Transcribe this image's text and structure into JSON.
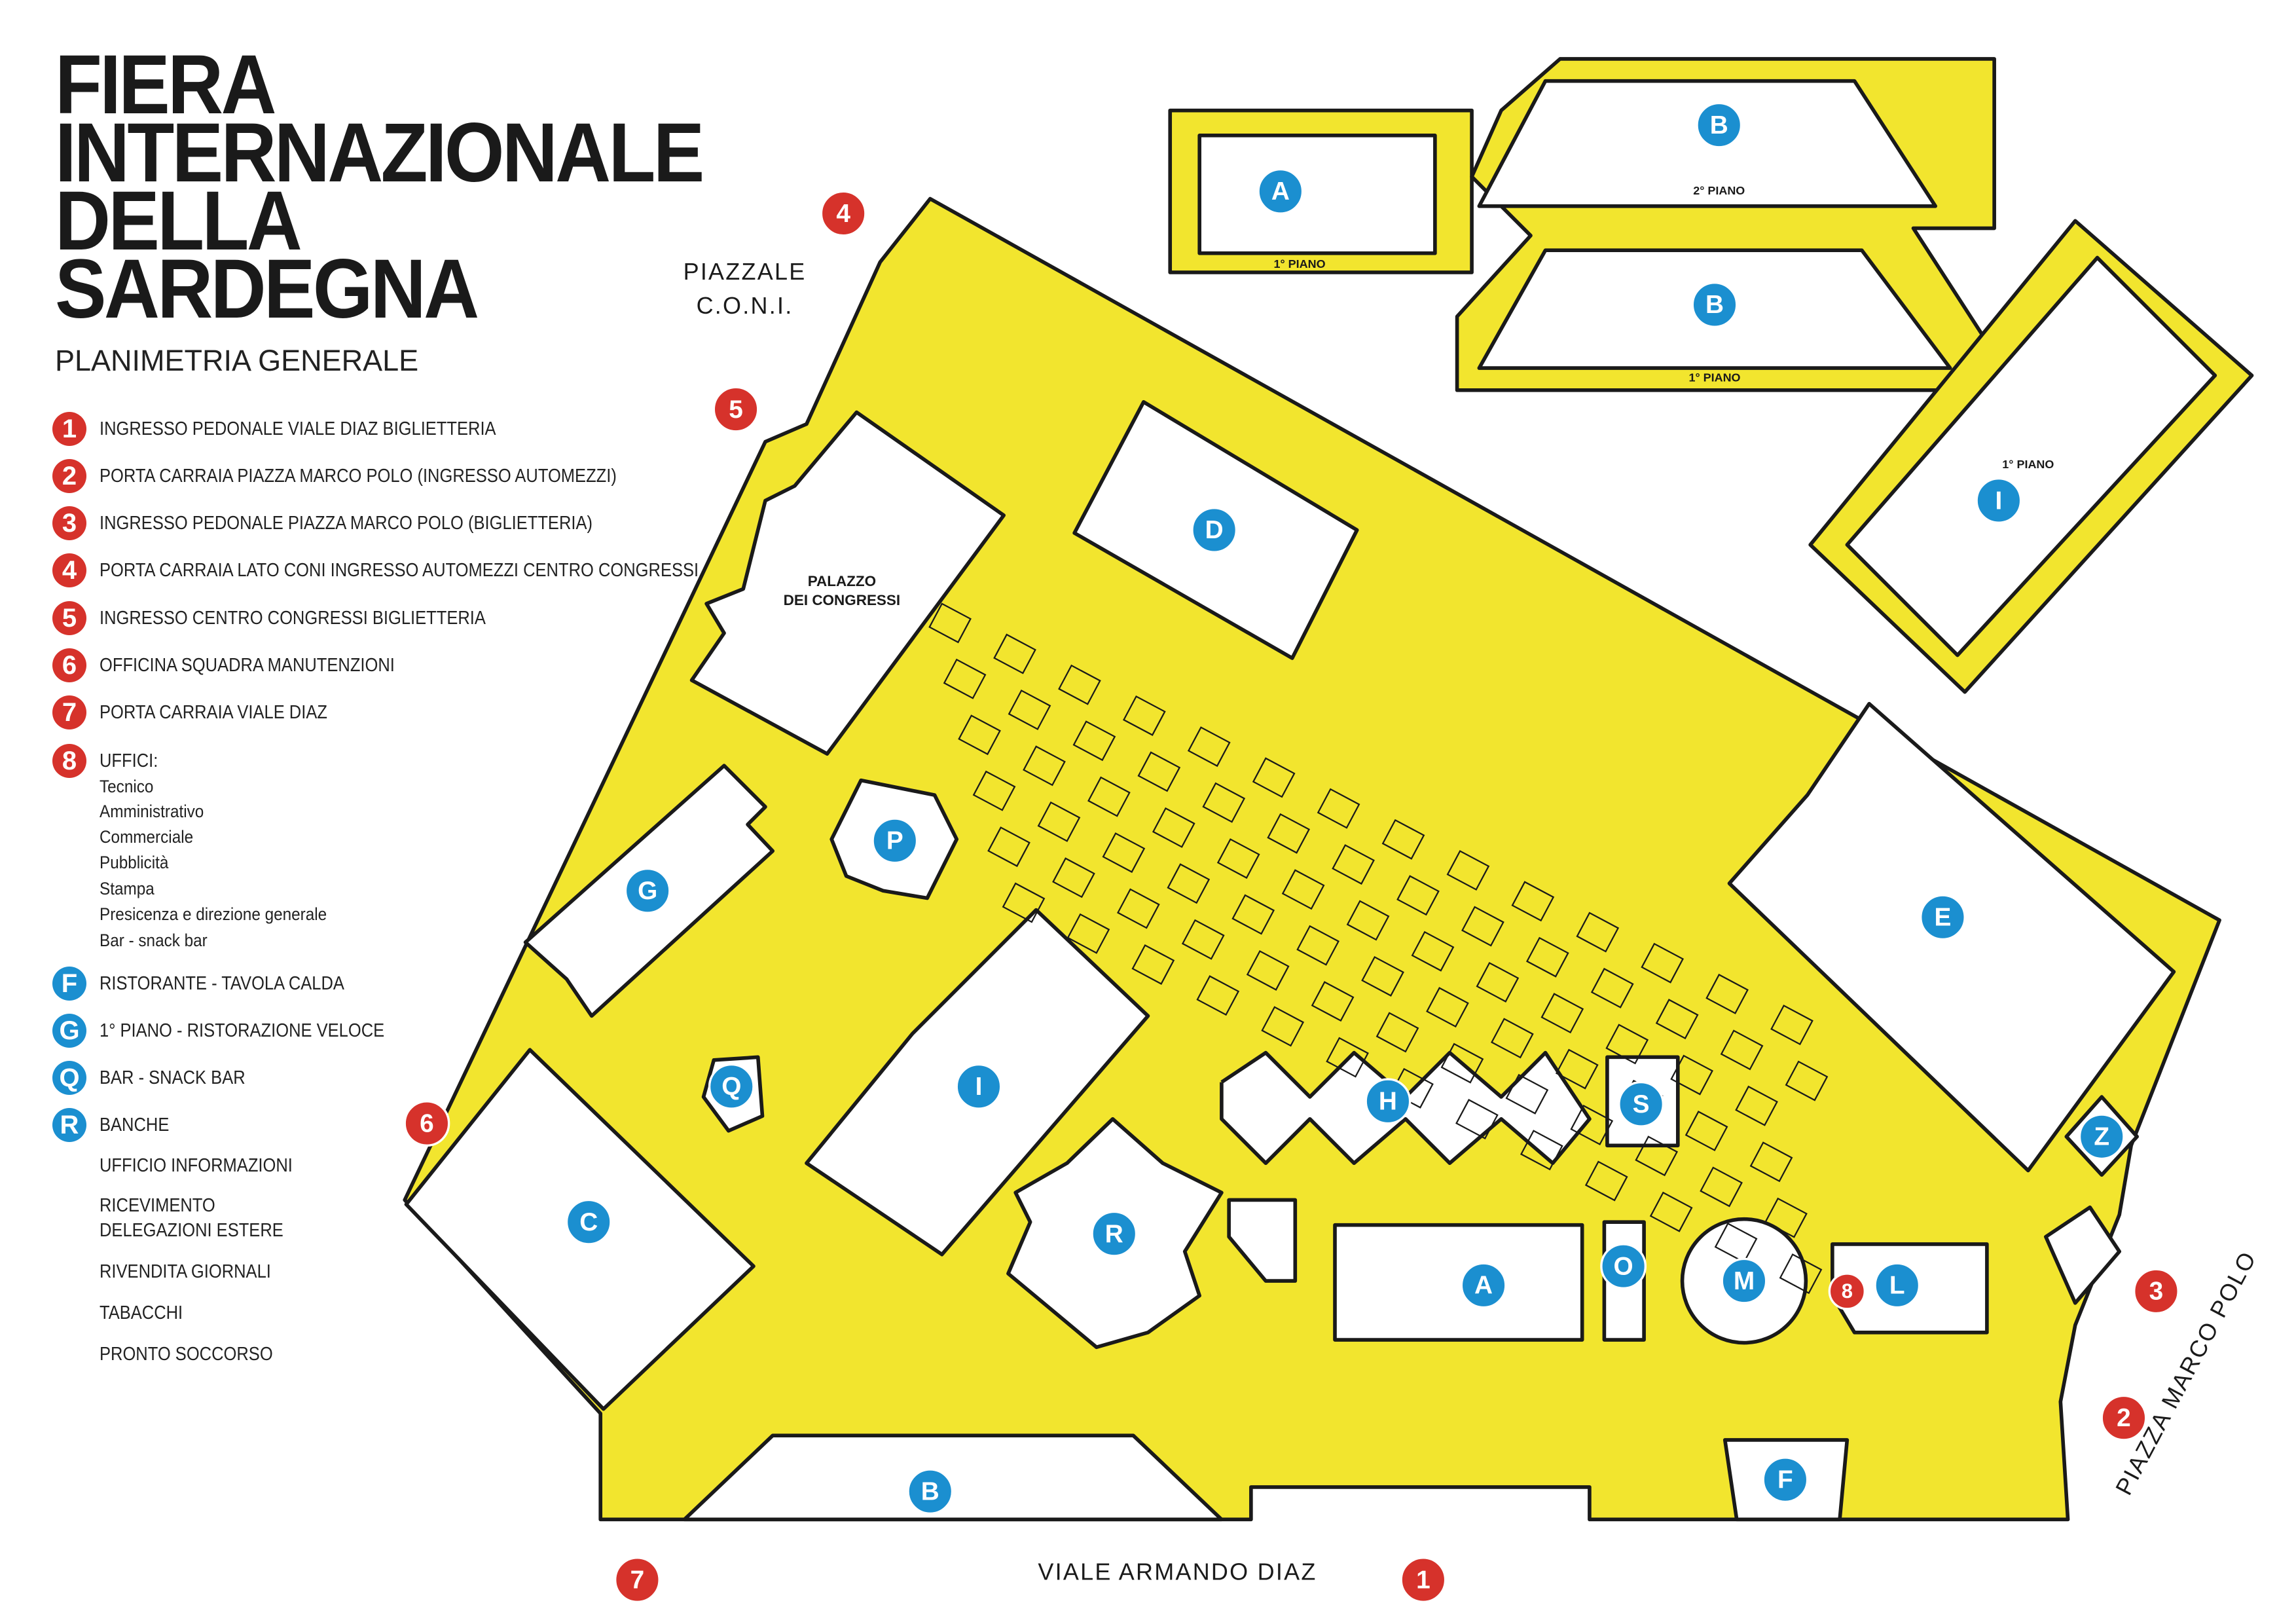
{
  "title": [
    "FIERA",
    "INTERNAZIONALE",
    "DELLA",
    "SARDEGNA"
  ],
  "subtitle": "PLANIMETRIA GENERALE",
  "colors": {
    "ground": "#f2e52e",
    "building": "#ffffff",
    "outline": "#1a1a1a",
    "entrance": "#d6322b",
    "building_marker": "#1b8fd0"
  },
  "legend": {
    "entrances": [
      {
        "num": "1",
        "label": "INGRESSO PEDONALE VIALE DIAZ BIGLIETTERIA"
      },
      {
        "num": "2",
        "label": "PORTA CARRAIA PIAZZA MARCO POLO (INGRESSO AUTOMEZZI)"
      },
      {
        "num": "3",
        "label": "INGRESSO PEDONALE PIAZZA MARCO POLO (BIGLIETTERIA)"
      },
      {
        "num": "4",
        "label": "PORTA CARRAIA LATO CONI INGRESSO AUTOMEZZI CENTRO CONGRESSI"
      },
      {
        "num": "5",
        "label": "INGRESSO CENTRO CONGRESSI BIGLIETTERIA"
      },
      {
        "num": "6",
        "label": "OFFICINA SQUADRA MANUTENZIONI"
      },
      {
        "num": "7",
        "label": "PORTA CARRAIA VIALE DIAZ"
      },
      {
        "num": "8",
        "label": "UFFICI:"
      }
    ],
    "uffici": [
      "Tecnico",
      "Amministrativo",
      "Commerciale",
      "Pubblicità",
      "Stampa",
      "Presicenza e direzione generale",
      "Bar - snack bar"
    ],
    "services": [
      {
        "letter": "F",
        "label": "RISTORANTE - TAVOLA CALDA"
      },
      {
        "letter": "G",
        "label": "1° PIANO - RISTORAZIONE VELOCE"
      },
      {
        "letter": "Q",
        "label": "BAR - SNACK BAR"
      },
      {
        "letter": "R",
        "label": "BANCHE"
      }
    ],
    "other": [
      "UFFICIO INFORMAZIONI",
      "RICEVIMENTO\nDELEGAZIONI ESTERE",
      "RIVENDITA GIORNALI",
      "TABACCHI",
      "PRONTO SOCCORSO"
    ]
  },
  "streets": {
    "piazzale_1": "PIAZZALE",
    "piazzale_2": "C.O.N.I.",
    "viale": "VIALE   ARMANDO   DIAZ",
    "piazza": "PIAZZA   MARCO   POLO"
  },
  "buildings": {
    "palazzo_1": "PALAZZO",
    "palazzo_2": "DEI CONGRESSI",
    "floor2": "2° PIANO",
    "floor1": "1° PIANO"
  },
  "pavilions": [
    "A",
    "B",
    "B",
    "I",
    "D",
    "E",
    "G",
    "P",
    "Q",
    "I",
    "H",
    "S",
    "Z",
    "C",
    "R",
    "A",
    "O",
    "M",
    "L",
    "F",
    "B"
  ],
  "entrance_markers": [
    "4",
    "5",
    "6",
    "7",
    "1",
    "2",
    "3",
    "8"
  ]
}
